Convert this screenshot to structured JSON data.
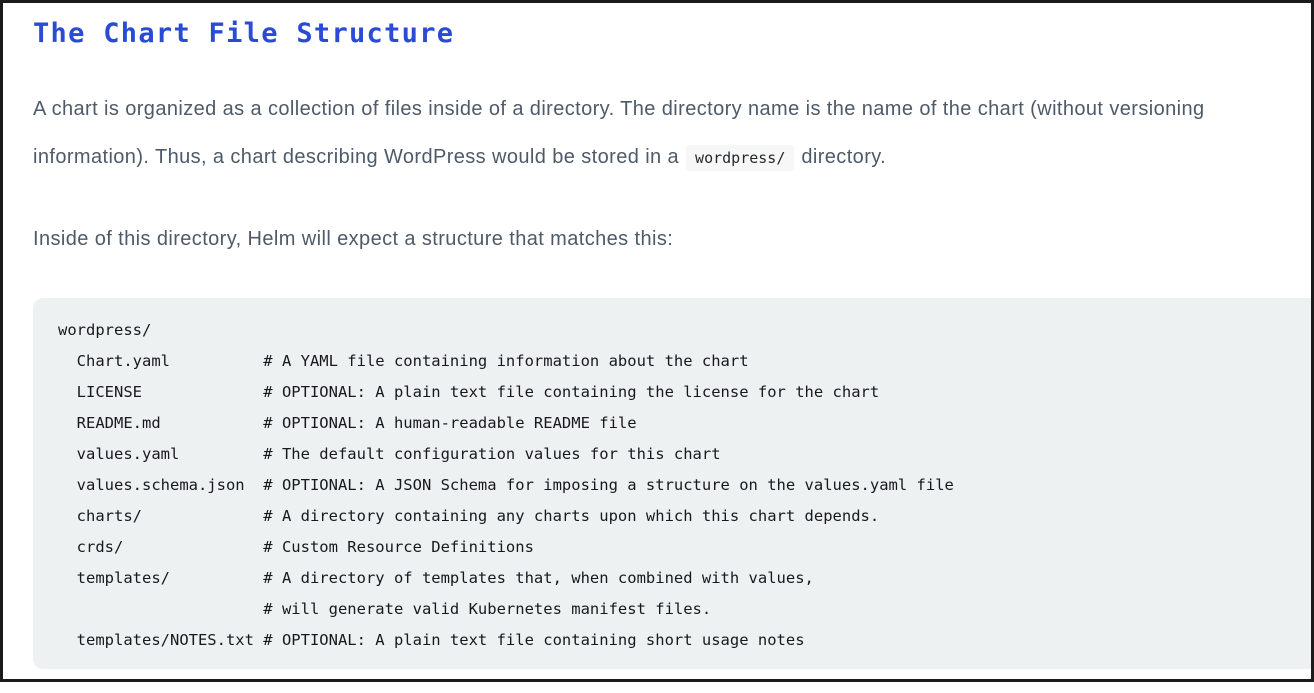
{
  "page": {
    "title": "The Chart File Structure",
    "intro": {
      "before_code": "A chart is organized as a collection of files inside of a directory. The directory name is the name of the chart (without versioning information). Thus, a chart describing WordPress would be stored in a",
      "inline_code": "wordpress/",
      "after_code": "directory."
    },
    "structure_intro": "Inside of this directory, Helm will expect a structure that matches this:",
    "code_block": {
      "lines": [
        "wordpress/",
        "  Chart.yaml          # A YAML file containing information about the chart",
        "  LICENSE             # OPTIONAL: A plain text file containing the license for the chart",
        "  README.md           # OPTIONAL: A human-readable README file",
        "  values.yaml         # The default configuration values for this chart",
        "  values.schema.json  # OPTIONAL: A JSON Schema for imposing a structure on the values.yaml file",
        "  charts/             # A directory containing any charts upon which this chart depends.",
        "  crds/               # Custom Resource Definitions",
        "  templates/          # A directory of templates that, when combined with values,",
        "                      # will generate valid Kubernetes manifest files.",
        "  templates/NOTES.txt # OPTIONAL: A plain text file containing short usage notes"
      ]
    },
    "colors": {
      "heading_blue": "#2a4bd4",
      "body_text": "#4e5a68",
      "code_text": "#17191c",
      "code_block_bg": "#eef1f2",
      "inline_code_bg": "#f7f7f7",
      "page_border": "#1b1b1b"
    }
  }
}
